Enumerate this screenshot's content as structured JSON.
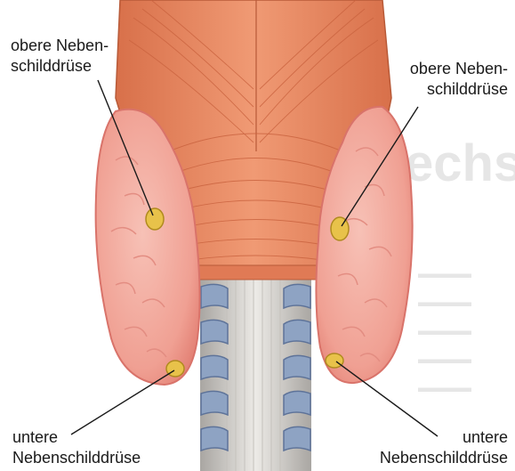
{
  "labels": {
    "upper_left": [
      "obere Neben-",
      "schilddrüse"
    ],
    "upper_right": [
      "obere Neben-",
      "schilddrüse"
    ],
    "lower_left": [
      "untere",
      "Nebenschilddrüse"
    ],
    "lower_right": [
      "untere",
      "Nebenschilddrüse"
    ]
  },
  "colors": {
    "muscle": "#e8855f",
    "muscle_dark": "#c9623e",
    "thyroid": "#f2a59a",
    "thyroid_edge": "#d9736a",
    "parathyroid": "#e8c24a",
    "trachea_ring": "#8ea3c3",
    "trachea_membrane": "#d6d3cf"
  }
}
